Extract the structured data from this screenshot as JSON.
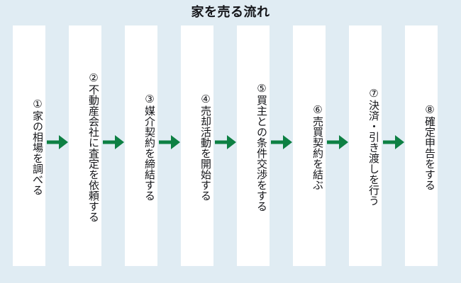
{
  "title": "家を売る流れ",
  "colors": {
    "background": "#e0ecf3",
    "card": "#ffffff",
    "arrow": "#0d8043",
    "text": "#16171b"
  },
  "flow": {
    "steps": [
      {
        "number": "①",
        "label": "家の相場を調べる",
        "full": "①家の相場を調べる"
      },
      {
        "number": "②",
        "label": "不動産会社に査定を依頼する",
        "full": "②不動産会社に査定を依頼する"
      },
      {
        "number": "③",
        "label": "媒介契約を締結する",
        "full": "③媒介契約を締結する"
      },
      {
        "number": "④",
        "label": "売却活動を開始する",
        "full": "④売却活動を開始する"
      },
      {
        "number": "⑤",
        "label": "買主との条件交渉をする",
        "full": "⑤買主との条件交渉をする"
      },
      {
        "number": "⑥",
        "label": "売買契約を結ぶ",
        "full": "⑥売買契約を結ぶ"
      },
      {
        "number": "⑦",
        "label": "決済・引き渡しを行う",
        "full": "⑦決済・引き渡しを行う"
      },
      {
        "number": "⑧",
        "label": "確定申告をする",
        "full": "⑧確定申告をする"
      }
    ],
    "connector_count": 7,
    "connector_icon": "arrow-right-icon"
  }
}
